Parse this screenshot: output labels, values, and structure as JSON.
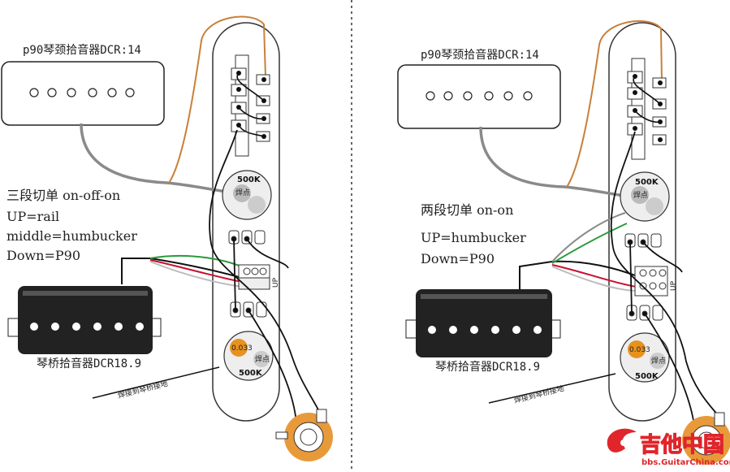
{
  "left": {
    "neck_label": "p90琴颈拾音器DCR:14",
    "switch_type": "三段切单 on-off-on",
    "mode_up": "UP=rail",
    "mode_middle": "middle=humbucker",
    "mode_down": "Down=P90",
    "bridge_label": "琴桥拾音器DCR18.9",
    "ground_note": "焊接到琴桥接地",
    "vol_pot": "500K",
    "tone_pot": "500K",
    "solder_top": "焊点",
    "solder_bottom": "焊点",
    "cap": "0.033",
    "up_mark": "UP"
  },
  "right": {
    "neck_label": "p90琴颈拾音器DCR:14",
    "switch_type": "两段切单 on-on",
    "mode_up": "UP=humbucker",
    "mode_down": "Down=P90",
    "bridge_label": "琴桥拾音器DCR18.9",
    "ground_note": "焊接到琴桥接地",
    "vol_pot": "500K",
    "tone_pot": "500K",
    "solder_top": "焊点",
    "solder_bottom": "焊点",
    "cap": "0.033",
    "up_mark": "UP"
  },
  "watermark": {
    "brand": "吉他中国",
    "url": "bbs.GuitarChina.com"
  },
  "colors": {
    "orange_wire": "#c8803a",
    "gray_wire": "#8a8a8a",
    "green_wire": "#2a9a3a",
    "red_wire": "#c8102e",
    "cap_orange": "#e8921e",
    "jack_orange": "#e89a3a",
    "pickup_black": "#222222"
  }
}
